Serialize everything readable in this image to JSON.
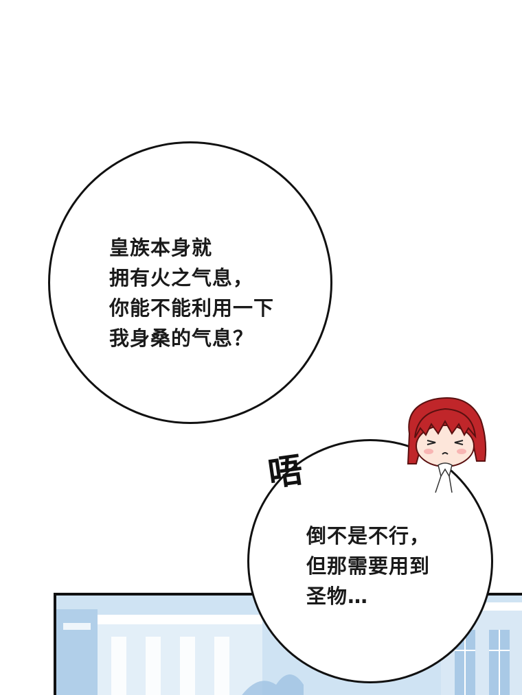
{
  "bubble_1": {
    "lines": [
      "皇族本身就",
      "拥有火之气息，",
      "你能不能利用一下",
      "我身桑的气息？"
    ]
  },
  "bubble_2": {
    "lines": [
      "倒不是不行，",
      "但那需要用到",
      "圣物…"
    ]
  },
  "sfx": {
    "text": "唔"
  },
  "colors": {
    "bubble_border": "#111111",
    "hair": "#c0262a",
    "sky_panel": "#c7dff2"
  }
}
